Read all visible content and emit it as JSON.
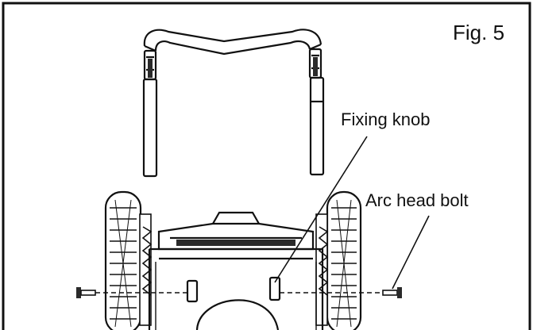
{
  "figure": {
    "label": "Fig. 5"
  },
  "callouts": {
    "fixing_knob": "Fixing knob",
    "arc_head_bolt": "Arc head bolt"
  },
  "colors": {
    "line": "#111111",
    "fill_dark": "#2a2a2a",
    "fill_mid": "#9a9a9a",
    "fill_light": "#ffffff"
  }
}
